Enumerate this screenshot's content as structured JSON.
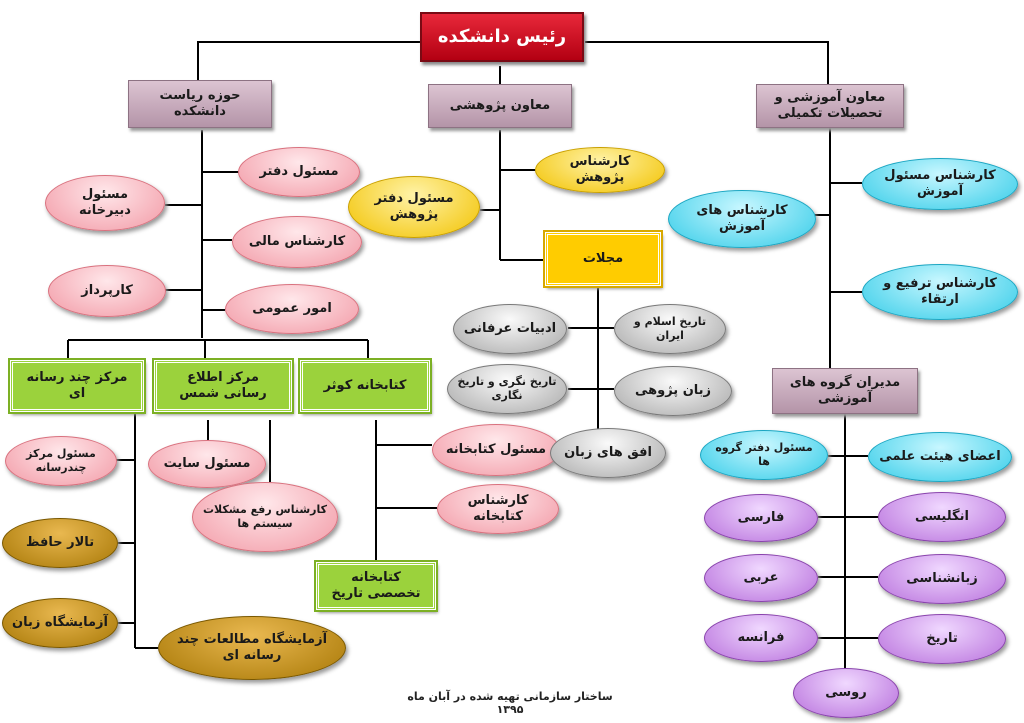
{
  "title": "رئیس دانشکده",
  "branches": {
    "presidency": {
      "header": "حوزه ریاست دانشکده",
      "items": [
        "مسئول دبیرخانه",
        "مسئول دفتر",
        "کارشناس مالی",
        "کارپرداز",
        "امور عمومی"
      ]
    },
    "research": {
      "header": "معاون پژوهشی",
      "items": [
        "کارشناس پژوهش",
        "مسئول دفتر پژوهش"
      ],
      "journals": {
        "header": "مجلات",
        "items": [
          "ادبیات عرفانی",
          "تاریخ اسلام و ایران",
          "تاریخ نگری و تاریخ نگاری",
          "زبان پژوهی",
          "افق های زبان"
        ]
      }
    },
    "education": {
      "header": "معاون آموزشی و تحصیلات تکمیلی",
      "items": [
        "کارشناس مسئول آموزش",
        "کارشناس های آموزش",
        "کارشناس ترفیع و ارتقاء"
      ],
      "departments": {
        "header": "مدیران گروه های آموزشی",
        "items": [
          "اعضای هیئت علمی",
          "مسئول دفتر گروه ها",
          "انگلیسی",
          "فارسی",
          "زبانشناسی",
          "عربی",
          "تاریخ",
          "فرانسه",
          "روسی"
        ]
      }
    },
    "units": {
      "multimedia": {
        "header": "مرکز چند رسانه ای",
        "items": [
          "مسئول مرکز چندرسانه",
          "تالار حافظ",
          "آزمایشگاه زبان",
          "آزمایشگاه مطالعات چند رسانه ای"
        ]
      },
      "it": {
        "header": "مرکز اطلاع رسانی شمس",
        "items": [
          "مسئول سایت",
          "کارشناس رفع مشکلات سیستم ها"
        ]
      },
      "library": {
        "header": "کتابخانه کوثر",
        "items": [
          "مسئول کتابخانه",
          "کارشناس کتابخانه",
          "کتابخانه تخصصی تاریخ"
        ]
      }
    }
  },
  "caption": "ساختار سازمانی تهیه شده در آبان ماه ۱۳۹۵",
  "colors": {
    "root": "#d9001b",
    "header": "#c9aebf",
    "unit": "#9bd23c",
    "journals_header": "#ffcc00",
    "presidency_staff": "#f5b4bc",
    "research_staff": "#ffd633",
    "education_staff": "#4fd3ec",
    "journals": "#c8c8c8",
    "departments": "#c88ae6",
    "multimedia_staff": "#c48b10"
  }
}
